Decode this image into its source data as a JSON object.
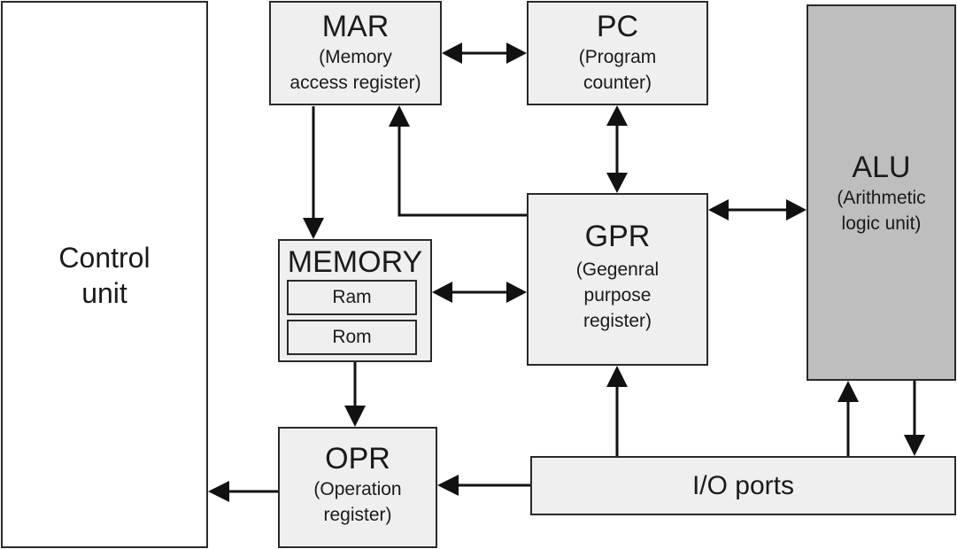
{
  "diagram": {
    "control_unit": {
      "label": "Control\nunit"
    },
    "mar": {
      "title": "MAR",
      "subtitle": "(Memory\naccess register)"
    },
    "pc": {
      "title": "PC",
      "subtitle": "(Program\ncounter)"
    },
    "gpr": {
      "title": "GPR",
      "subtitle": "(Gegenral\npurpose\nregister)"
    },
    "alu": {
      "title": "ALU",
      "subtitle": "(Arithmetic\nlogic unit)"
    },
    "memory": {
      "title": "MEMORY",
      "ram": "Ram",
      "rom": "Rom"
    },
    "opr": {
      "title": "OPR",
      "subtitle": "(Operation\nregister)"
    },
    "io_ports": {
      "title": "I/O ports"
    }
  },
  "colors": {
    "box_fill": "#efefef",
    "alu_fill": "#bebebe",
    "control_fill": "#ffffff",
    "line": "#111111"
  }
}
